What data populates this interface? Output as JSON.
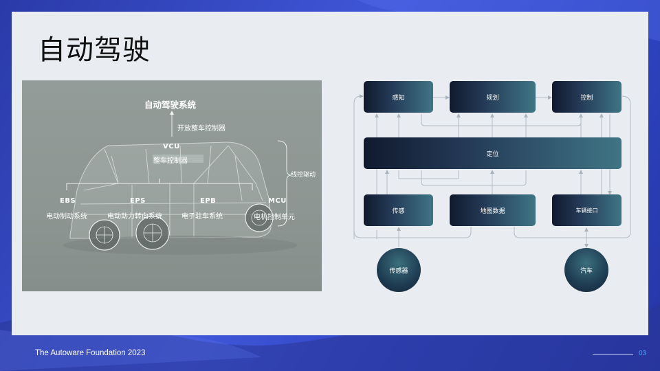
{
  "slide": {
    "title": "自动驾驶",
    "footer": "The Autoware Foundation 2023",
    "page_number": "03"
  },
  "car_figure": {
    "system_title": "自动驾驶系统",
    "open_controller": "开放整车控制器",
    "vcu_abbr": "VCU",
    "vcu_label": "整车控制器",
    "wire_drive": "线控驱动",
    "ebs_abbr": "EBS",
    "ebs_label": "电动制动系统",
    "eps_abbr": "EPS",
    "eps_label": "电动助力转向系统",
    "epb_abbr": "EPB",
    "epb_label": "电子驻车系统",
    "mcu_abbr": "MCU",
    "mcu_label": "电机控制单元"
  },
  "diagram": {
    "perception": "感知",
    "planning": "规划",
    "control": "控制",
    "localization": "定位",
    "sensing": "传感",
    "map_data": "地图数据",
    "vehicle_interface": "车辆接口",
    "sensor": "传感器",
    "vehicle": "汽车"
  },
  "colors": {
    "accent_blue": "#3f56d8",
    "node_dark": "#101a2e",
    "node_teal": "#3f7585",
    "page_number": "#4da3ff"
  }
}
